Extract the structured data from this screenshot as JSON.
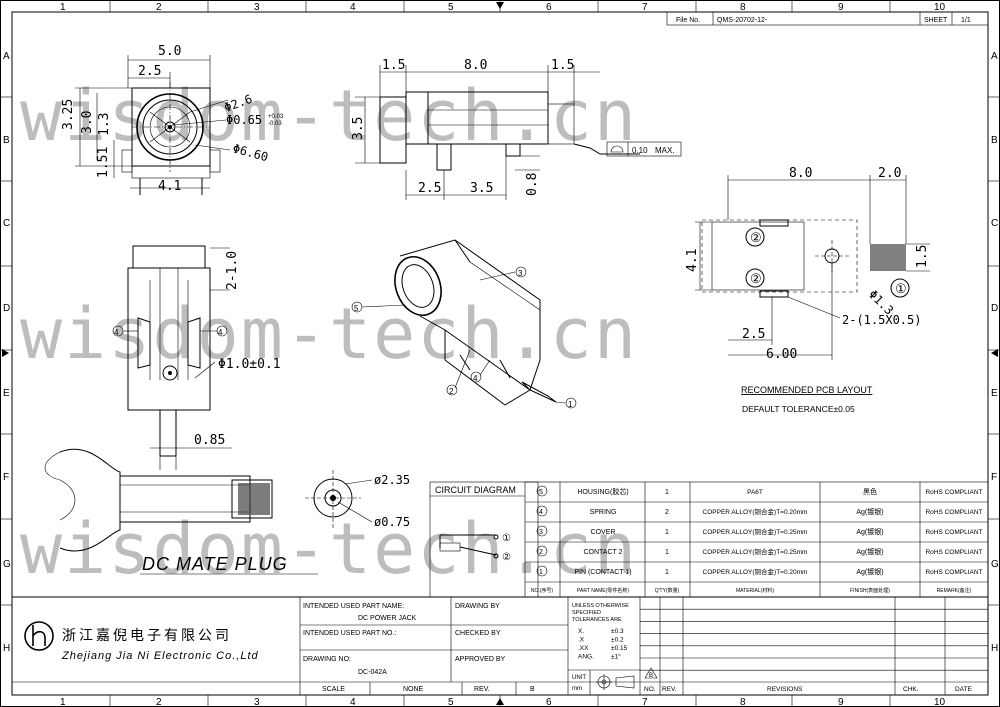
{
  "frame": {
    "col_labels": [
      "1",
      "2",
      "3",
      "4",
      "5",
      "6",
      "7",
      "8",
      "9",
      "10"
    ],
    "row_labels": [
      "A",
      "B",
      "C",
      "D",
      "E",
      "F",
      "G",
      "H"
    ]
  },
  "header": {
    "file_no_label": "File No.",
    "file_no": "QMS-20702-12-",
    "sheet_label": "SHEET",
    "sheet_value": "1/1"
  },
  "watermark": "wisdom-tech.cn",
  "dims": {
    "front_width": "5.0",
    "front_half": "2.5",
    "front_h325": "3.25",
    "front_h30": "3.0",
    "front_h151": "1.51",
    "front_h13": "1.3",
    "front_phi26": "Φ2.6",
    "front_phi065": "Φ0.65",
    "front_tol_plus": "+0.03",
    "front_tol_minus": "-0.03",
    "front_phi60": "Φ6.60",
    "front_bottom": "4.1",
    "side_left": "1.5",
    "side_mid": "8.0",
    "side_right": "1.5",
    "side_height": "3.5",
    "side_b1": "2.5",
    "side_b2": "3.5",
    "side_b3": "0.8",
    "flatness": "0.10",
    "flatness_max": "MAX.",
    "pcb_top1": "8.0",
    "pcb_top2": "2.0",
    "pcb_left": "4.1",
    "pcb_right": "1.5",
    "pcb_bot1": "2.5",
    "pcb_bot2": "6.00",
    "pcb_phi": "Φ1.3",
    "pcb_slot": "2-(1.5X0.5)",
    "top_21": "2-1.0",
    "top_phi10": "Φ1.0±0.1",
    "top_085": "0.85",
    "plug_phi235": "ø2.35",
    "plug_phi075": "ø0.75"
  },
  "pcb": {
    "title": "RECOMMENDED PCB LAYOUT",
    "tolerance": "DEFAULT TOLERANCE±0.05"
  },
  "plug_label": "DC MATE PLUG",
  "circuit_title": "CIRCUIT DIAGRAM",
  "bom": {
    "rows": [
      {
        "no": "5",
        "name": "HOUSING(胶芯)",
        "qty": "1",
        "material": "PA6T",
        "finish": "黑色",
        "remark": "RoHS COMPLIANT"
      },
      {
        "no": "4",
        "name": "SPRING",
        "qty": "2",
        "material": "COPPER ALLOY(铜合金)T=0.20mm",
        "finish": "Ag(镀银)",
        "remark": "RoHS COMPLIANT"
      },
      {
        "no": "3",
        "name": "COVER",
        "qty": "1",
        "material": "COPPER ALLOY(铜合金)T=0.25mm",
        "finish": "Ag(镀银)",
        "remark": "RoHS COMPLIANT"
      },
      {
        "no": "2",
        "name": "CONTACT 2",
        "qty": "1",
        "material": "COPPER ALLOY(铜合金)T=0.25mm",
        "finish": "Ag(镀银)",
        "remark": "RoHS COMPLIANT"
      },
      {
        "no": "1",
        "name": "PIN (CONTACT 1)",
        "qty": "1",
        "material": "COPPER ALLOY(铜合金)T=0.20mm",
        "finish": "Ag(镀银)",
        "remark": "RoHS COMPLIANT"
      }
    ],
    "header": {
      "no": "NO.(序号)",
      "name": "PART NAME(零件名称)",
      "qty": "Q'TY(数量)",
      "material": "MATERIAL(材料)",
      "finish": "FINISH(表面处理)",
      "remark": "REMARK(备注)"
    }
  },
  "company": {
    "name_cn": "浙江嘉倪电子有限公司",
    "name_en": "Zhejiang Jia Ni Electronic Co.,Ltd"
  },
  "title_block": {
    "intended_name_label": "INTENDED USED PART NAME:",
    "intended_name": "DC POWER JACK",
    "intended_no_label": "INTENDED USED PART NO.:",
    "drawing_no_label": "DRAWING NO:",
    "drawing_no": "DC-042A",
    "scale_label": "SCALE",
    "scale": "NONE",
    "rev_label": "REV.",
    "rev": "B",
    "drawing_by": "DRAWING BY",
    "checked_by": "CHECKED BY",
    "approved_by": "APPROVED BY",
    "tol_title1": "UNLESS OTHERWISE",
    "tol_title2": "SPECIFIED",
    "tol_title3": "TOLERANCES ARE",
    "tol_rows": [
      [
        "X.",
        "±0.3"
      ],
      [
        ".X",
        "±0.2"
      ],
      [
        ".XX",
        "±0.15"
      ],
      [
        "ANG.",
        "±1°"
      ]
    ],
    "unit_label": "UNIT",
    "unit": "mm",
    "rev_table": {
      "no": "NO.",
      "rev": "REV.",
      "revisions": "REVISIONS",
      "chk": "CHK.",
      "date": "DATE"
    }
  }
}
